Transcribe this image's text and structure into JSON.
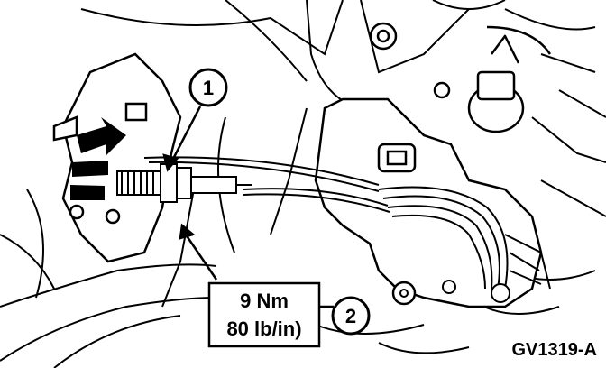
{
  "callouts": {
    "one": "1",
    "two": "2"
  },
  "torque_spec": {
    "metric": "9 Nm",
    "imperial": "80 lb/in)"
  },
  "figure_code": "GV1319-A",
  "colors": {
    "ink": "#000000",
    "paper": "#ffffff",
    "shade": "#d9d9d9"
  }
}
